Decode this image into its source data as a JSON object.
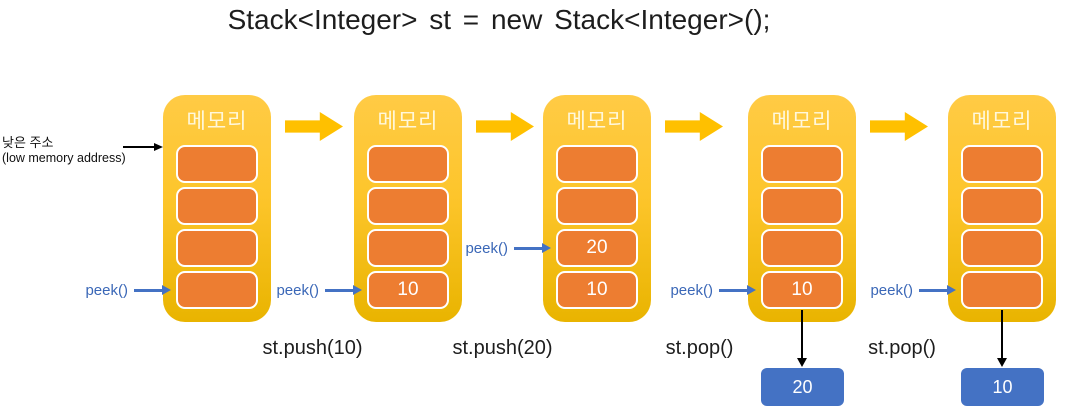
{
  "title": "Stack<Integer> st = new Stack<Integer>();",
  "memory_header": "메모리",
  "annotations": {
    "low_address_line1": "낮은 주소",
    "low_address_line2": "(low memory address)",
    "peek_label": "peek()"
  },
  "stages": [
    {
      "name": "initial",
      "slots": [
        "",
        "",
        "",
        ""
      ],
      "peek_slot": 3
    },
    {
      "name": "after-push-10",
      "slots": [
        "",
        "",
        "",
        "10"
      ],
      "peek_slot": 3
    },
    {
      "name": "after-push-20",
      "slots": [
        "",
        "",
        "20",
        "10"
      ],
      "peek_slot": 2
    },
    {
      "name": "after-pop-20",
      "slots": [
        "",
        "",
        "",
        "10"
      ],
      "peek_slot": 3,
      "popped_value": "20"
    },
    {
      "name": "after-pop-10",
      "slots": [
        "",
        "",
        "",
        ""
      ],
      "peek_slot": 3,
      "popped_value": "10"
    }
  ],
  "operations": [
    {
      "label": "st.push(10)"
    },
    {
      "label": "st.push(20)"
    },
    {
      "label": "st.pop()"
    },
    {
      "label": "st.pop()"
    }
  ],
  "colors": {
    "container_gradient_top": "#FFCB45",
    "container_gradient_bottom": "#E9B400",
    "flow_arrow_gold": "#FFC000",
    "slot_orange": "#ED7D31",
    "accent_blue": "#4472C4",
    "text_dark": "#1d1d1d"
  }
}
